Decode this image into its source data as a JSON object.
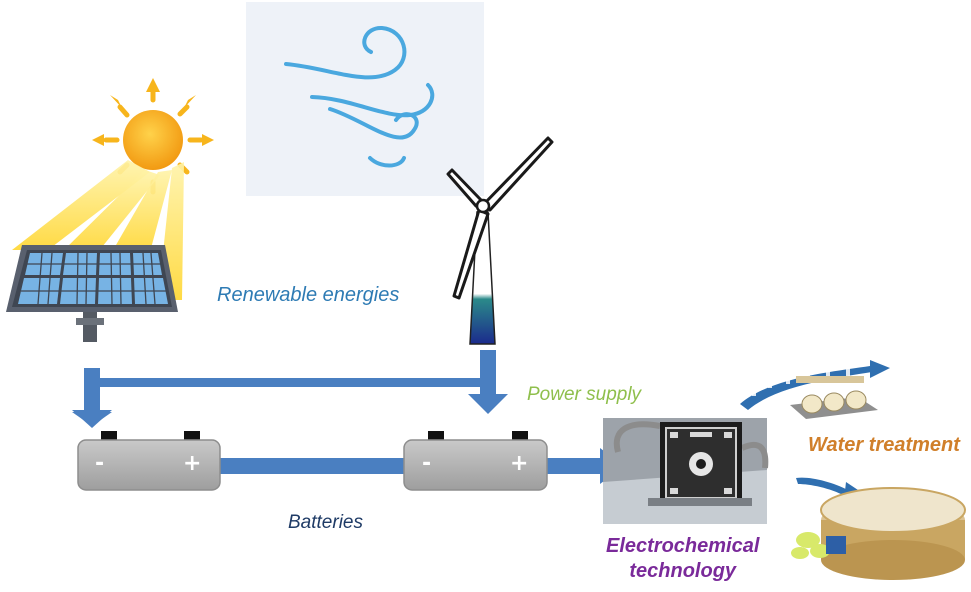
{
  "labels": {
    "renewable_energies": "Renewable energies",
    "power_supply": "Power supply",
    "batteries": "Batteries",
    "water_treatment": "Water treatment",
    "electrochemical_line1": "Electrochemical",
    "electrochemical_line2": "technology"
  },
  "battery": {
    "negative_sign": "-",
    "positive_sign": "+"
  },
  "colors": {
    "arrow_blue": "#4a7fc1",
    "sun_yellow": "#f7b51c",
    "panel_blue": "#6aa7dc",
    "wind_blue": "#4aa8df",
    "battery_gray": "#b9b9b9"
  },
  "icons": [
    "sun-icon",
    "solar-panel-icon",
    "wind-icon",
    "wind-turbine-icon",
    "battery-icon",
    "electrochemical-cell-image",
    "water-treatment-image"
  ]
}
